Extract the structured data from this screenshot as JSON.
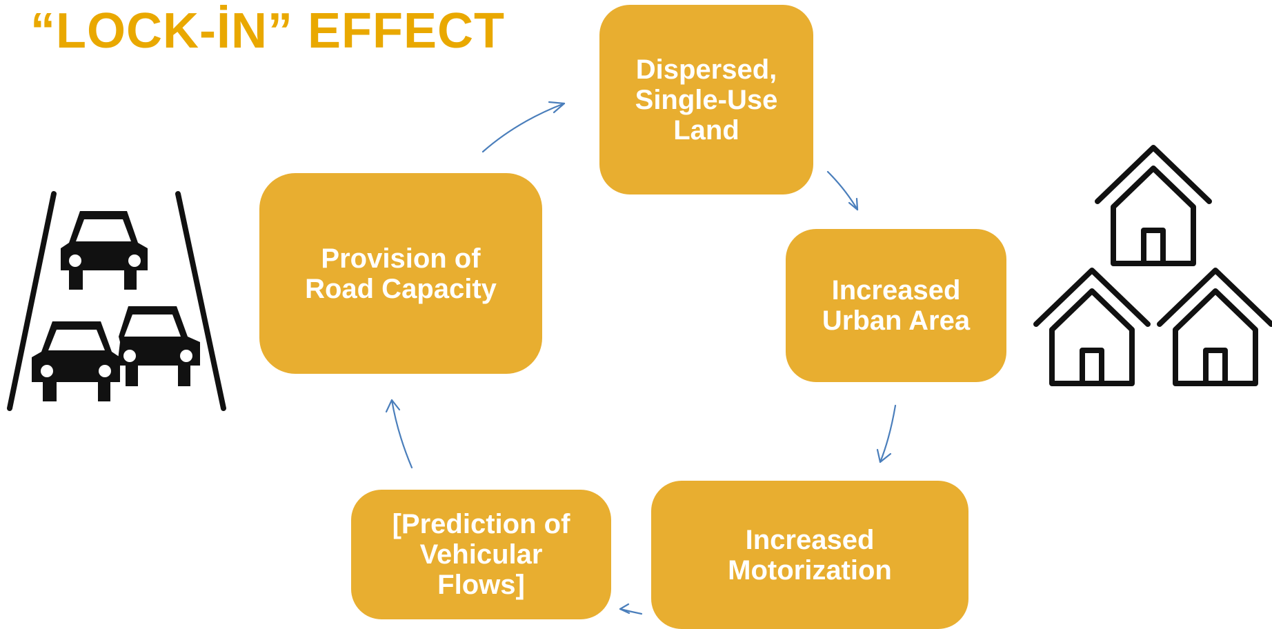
{
  "title": "“LOCK-İN” EFFECT",
  "colors": {
    "title": "#E9A800",
    "node_fill": "#E8AE30",
    "node_text": "#FFFFFF",
    "arrow": "#4A7EBB",
    "icon": "#111111"
  },
  "nodes": [
    {
      "id": "n1",
      "label": "Dispersed,\nSingle-Use\nLand"
    },
    {
      "id": "n2",
      "label": "Increased\nUrban Area"
    },
    {
      "id": "n3",
      "label": "Increased\nMotorization"
    },
    {
      "id": "n4",
      "label": "[Prediction of\nVehicular\nFlows]"
    },
    {
      "id": "n5",
      "label": "Provision of\nRoad Capacity"
    }
  ],
  "icons": {
    "left": "road-traffic-cars-icon",
    "right": "houses-icon"
  }
}
